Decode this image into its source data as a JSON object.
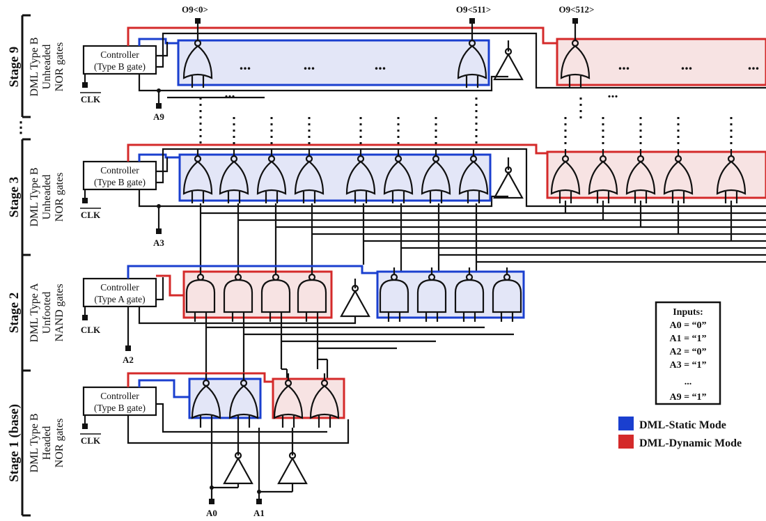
{
  "stages": [
    {
      "label": "Stage 9",
      "desc": [
        "DML Type B",
        "Unheaded",
        "NOR gates"
      ],
      "controller": [
        "Controller",
        "(Type B gate)"
      ],
      "clk": "CLK",
      "addr": "A9"
    },
    {
      "label": "Stage 3",
      "desc": [
        "DML Type B",
        "Unheaded",
        "NOR gates"
      ],
      "controller": [
        "Controller",
        "(Type B gate)"
      ],
      "clk": "CLK",
      "addr": "A3"
    },
    {
      "label": "Stage 2",
      "desc": [
        "DML Type A",
        "Unfooted",
        "NAND gates"
      ],
      "controller": [
        "Controller",
        "(Type A gate)"
      ],
      "clk": "CLK",
      "addr": "A2"
    },
    {
      "label": "Stage 1 (base)",
      "desc": [
        "DML Type B",
        "Headed",
        "NOR gates"
      ],
      "controller": [
        "Controller",
        "(Type B gate)"
      ],
      "clk": "CLK",
      "addr": "A0",
      "addr2": "A1"
    }
  ],
  "vdots": "⋮",
  "outputs": [
    "O9<0>",
    "O9<511>",
    "O9<512>"
  ],
  "ellipsis": "...",
  "inputs_box": {
    "title": "Inputs:",
    "lines": [
      "A0 = “0”",
      "A1 = “1”",
      "A2 = “0”",
      "A3 = “1”",
      "...",
      "A9 = “1”"
    ]
  },
  "legend": [
    {
      "label": "DML-Static Mode",
      "color": "#1a3fcf"
    },
    {
      "label": "DML-Dynamic Mode",
      "color": "#d42a2a"
    }
  ]
}
